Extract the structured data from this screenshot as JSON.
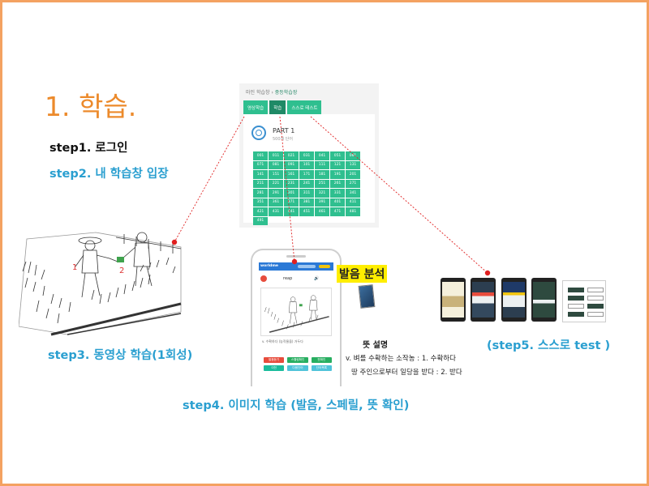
{
  "slide": {
    "title": "1. 학습.",
    "step1": "step1.  로그인",
    "step2": "step2. 내 학습창 입장",
    "step3": "step3. 동영상 학습(1회성)",
    "step4": "step4. 이미지 학습 (발음, 스페릴, 뜻 확인)",
    "step5": "(step5. 스스로 test )",
    "pronunciation_label": "발음 분석"
  },
  "web_panel": {
    "breadcrumb": [
      "마인 학습창",
      "중등학습장"
    ],
    "tabs": [
      {
        "label": "영상학습",
        "active": false
      },
      {
        "label": "학습",
        "active": true
      },
      {
        "label": "스스로 테스트",
        "active": false
      }
    ],
    "part_title": "PART 1",
    "part_subtitle": "500개 단어",
    "cells": [
      "001",
      "011",
      "021",
      "031",
      "041",
      "051",
      "061",
      "071",
      "081",
      "091",
      "101",
      "111",
      "121",
      "131",
      "141",
      "151",
      "161",
      "171",
      "181",
      "191",
      "201",
      "211",
      "221",
      "231",
      "241",
      "251",
      "261",
      "271",
      "281",
      "291",
      "301",
      "311",
      "321",
      "331",
      "341",
      "351",
      "361",
      "371",
      "381",
      "391",
      "401",
      "411",
      "421",
      "431",
      "441",
      "451",
      "461",
      "471",
      "481",
      "491"
    ]
  },
  "phone": {
    "app_name": "worldme",
    "word": "reap",
    "caption": "v. 수확하다 (농작물을) 거두다",
    "buttons": [
      {
        "label": "발음듣기",
        "color": "#e74c3c"
      },
      {
        "label": "스펠링확인",
        "color": "#27ae60"
      },
      {
        "label": "뜻확인",
        "color": "#27ae60"
      },
      {
        "label": "이전",
        "color": "#1abc9c"
      },
      {
        "label": "다음단어",
        "color": "#4fc3d9"
      },
      {
        "label": "단어목록",
        "color": "#4fc3d9"
      }
    ]
  },
  "meaning": {
    "title": "뜻 설명",
    "line1": "v. 벼를 수확하는 소작농 : 1. 수확하다",
    "line2": "땅 주인으로부터 일당을 받다 :  2. 받다"
  },
  "colors": {
    "title": "#ec8a2b",
    "step": "#2a9fd0",
    "border": "#f4a261",
    "tab_green": "#2fbf8f",
    "connector": "#e02020"
  }
}
